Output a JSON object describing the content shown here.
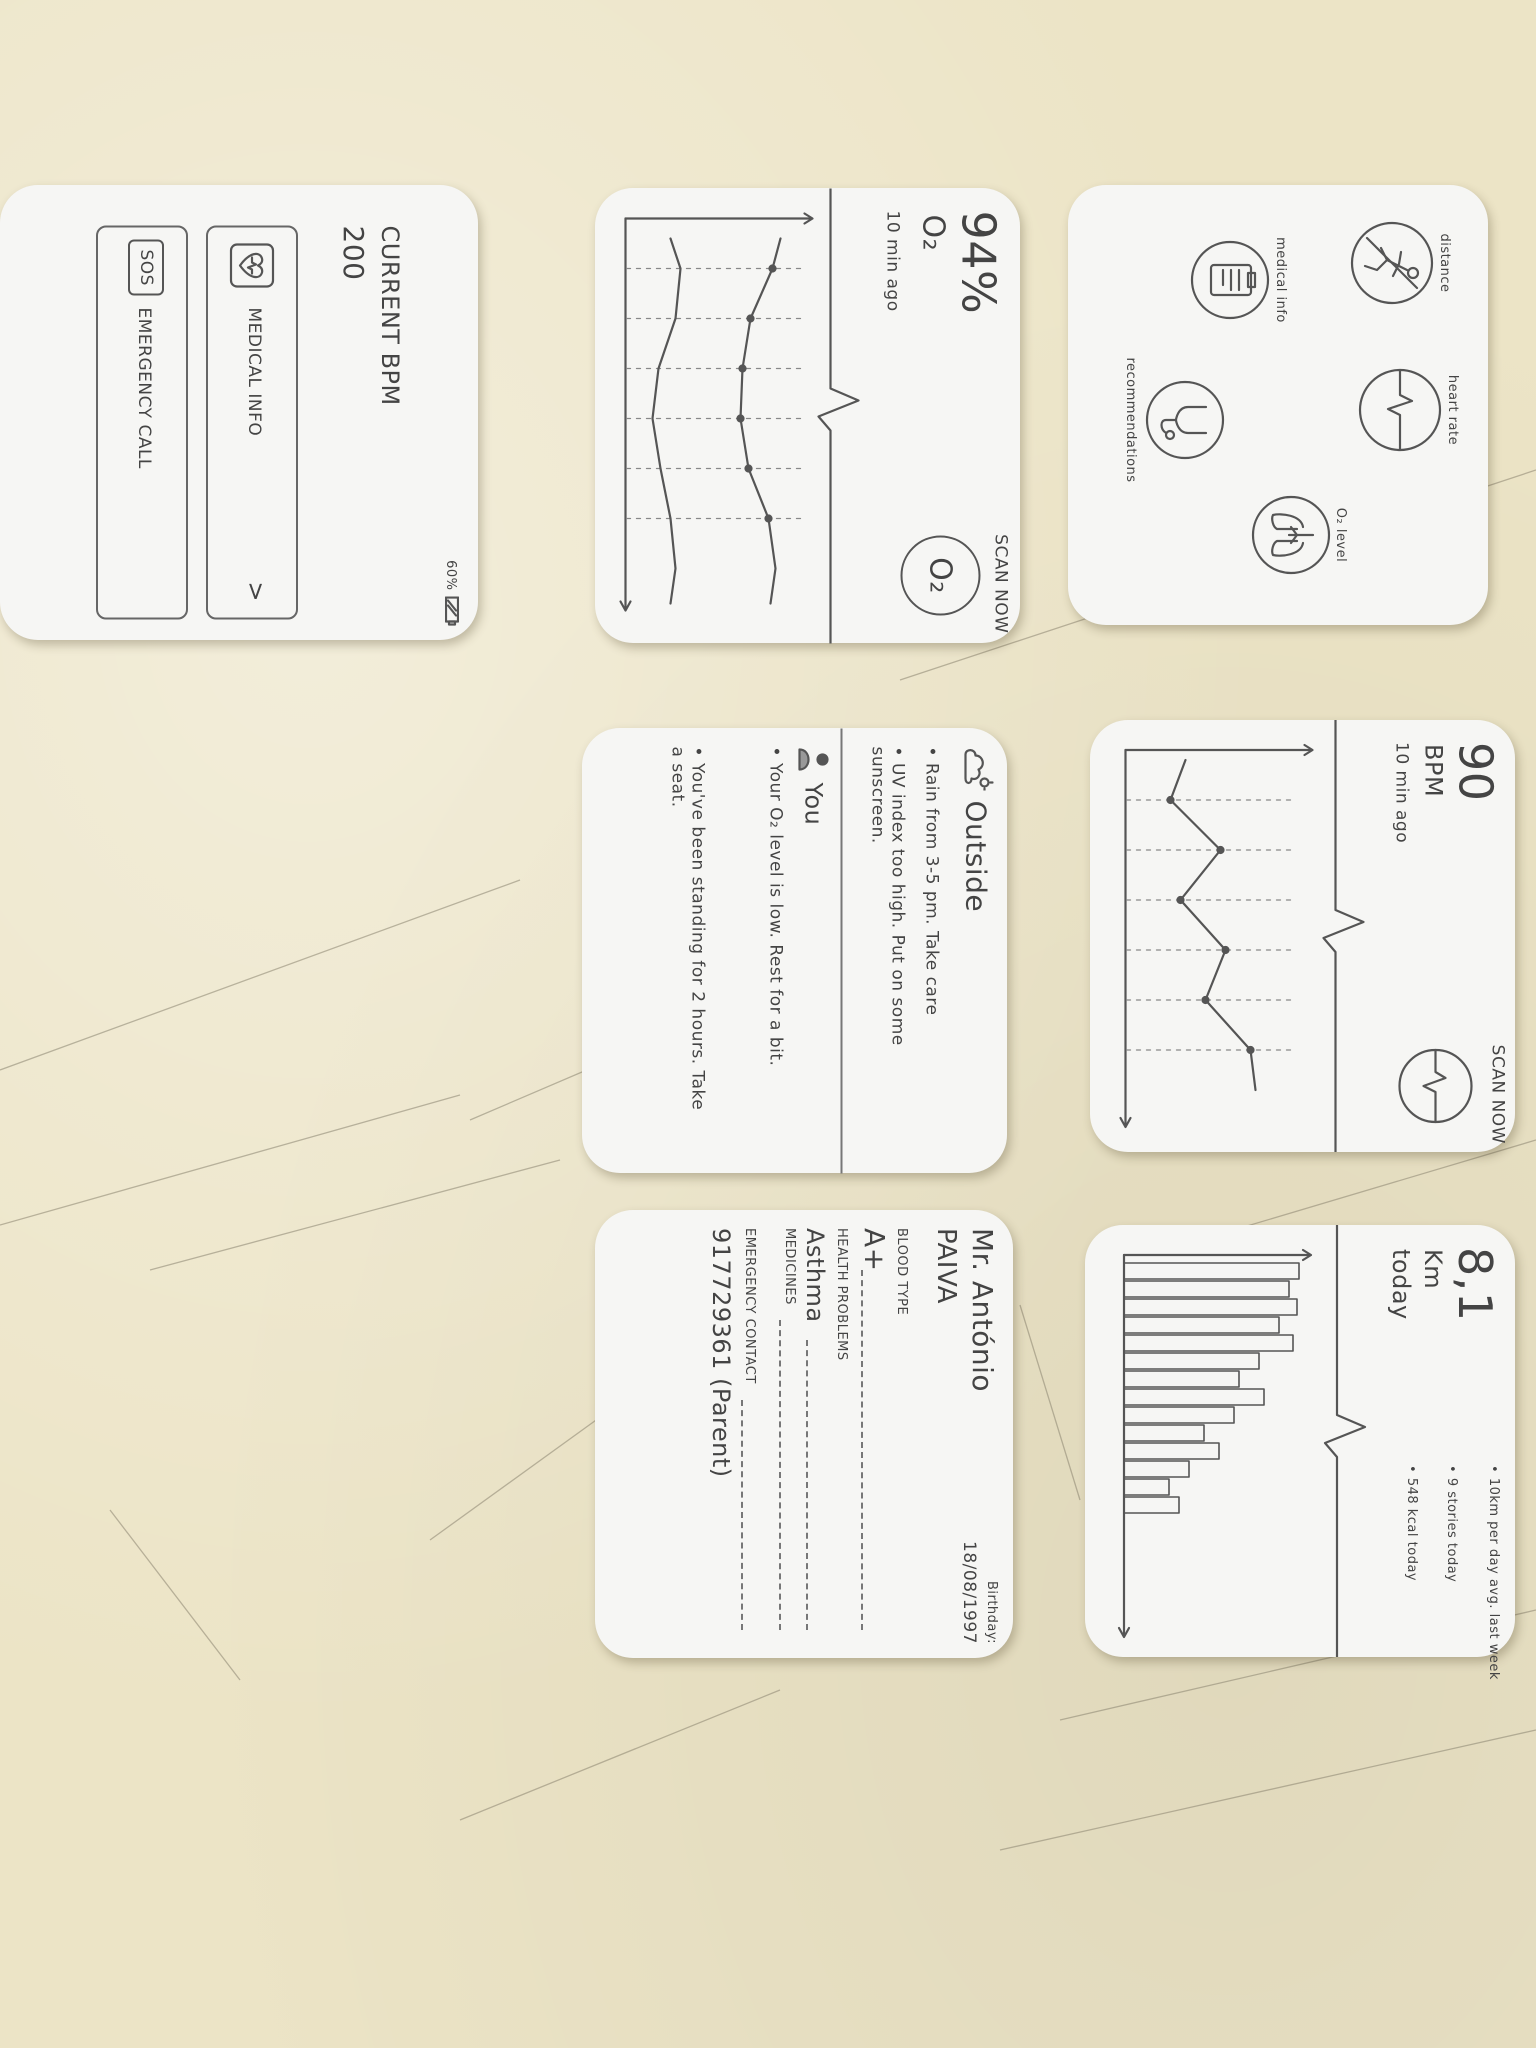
{
  "cards": {
    "sos": {
      "battery": "60%",
      "bpm_label": "CURRENT BPM",
      "bpm_value": "200",
      "medical_label": "MEDICAL INFO",
      "chevron": ">",
      "sos_badge": "SOS",
      "emergency_label": "EMERGENCY CALL"
    },
    "oxygen": {
      "value": "94%",
      "label": "O₂",
      "time_ago": "10 min ago",
      "scan_label": "SCAN NOW",
      "scan_icon_text": "O₂"
    },
    "menu": {
      "items": [
        {
          "label": "distance",
          "icon": "running-person-icon"
        },
        {
          "label": "heart rate",
          "icon": "heart-rate-icon"
        },
        {
          "label": "O₂ level",
          "icon": "lungs-icon"
        },
        {
          "label": "medical info",
          "icon": "clipboard-icon"
        },
        {
          "label": "recommendations",
          "icon": "stethoscope-icon"
        }
      ]
    },
    "recommendations": {
      "outside_title": "Outside",
      "outside_items": [
        "Rain from 3-5 pm. Take care",
        "UV index too high. Put on some sunscreen."
      ],
      "you_title": "You",
      "you_items": [
        "Your O₂ level is low. Rest for a bit.",
        "You've been standing for 2 hours. Take a seat."
      ]
    },
    "heart": {
      "value": "90",
      "unit": "BPM",
      "time_ago": "10 min ago",
      "scan_label": "SCAN NOW"
    },
    "medical": {
      "name_line1": "Mr. António",
      "name_line2": "PAIVA",
      "birthday_label": "Birthday:",
      "birthday": "18/08/1997",
      "blood_type_label": "BLOOD TYPE",
      "blood_type": "A+",
      "health_problems_label": "HEALTH PROBLEMS",
      "health_problem": "Asthma",
      "medicines_label": "MEDICINES",
      "emergency_label": "EMERGENCY CONTACT",
      "emergency_contact": "917729361 (Parent)"
    },
    "distance": {
      "value": "8,1",
      "unit": "Km",
      "period": "today",
      "stats": [
        "10km per day avg. last week",
        "9 stories today",
        "548 kcal today"
      ]
    }
  }
}
